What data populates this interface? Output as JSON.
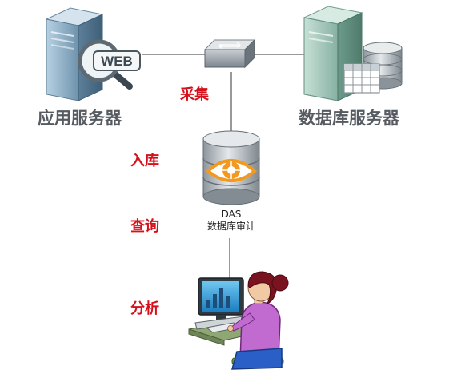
{
  "nodes": {
    "app_server": {
      "label": "应用服务器",
      "badge": "WEB"
    },
    "db_server": {
      "label": "数据库服务器"
    },
    "das": {
      "name": "DAS",
      "subtitle": "数据库审计"
    }
  },
  "steps": {
    "collect": "采集",
    "store": "入库",
    "query": "查询",
    "analyze": "分析"
  },
  "colors": {
    "label_gray": "#555b61",
    "step_red": "#d6111b",
    "eye_orange": "#f39a1e",
    "server_blue": "#8fb3cc",
    "server_green": "#9ec7b8"
  }
}
